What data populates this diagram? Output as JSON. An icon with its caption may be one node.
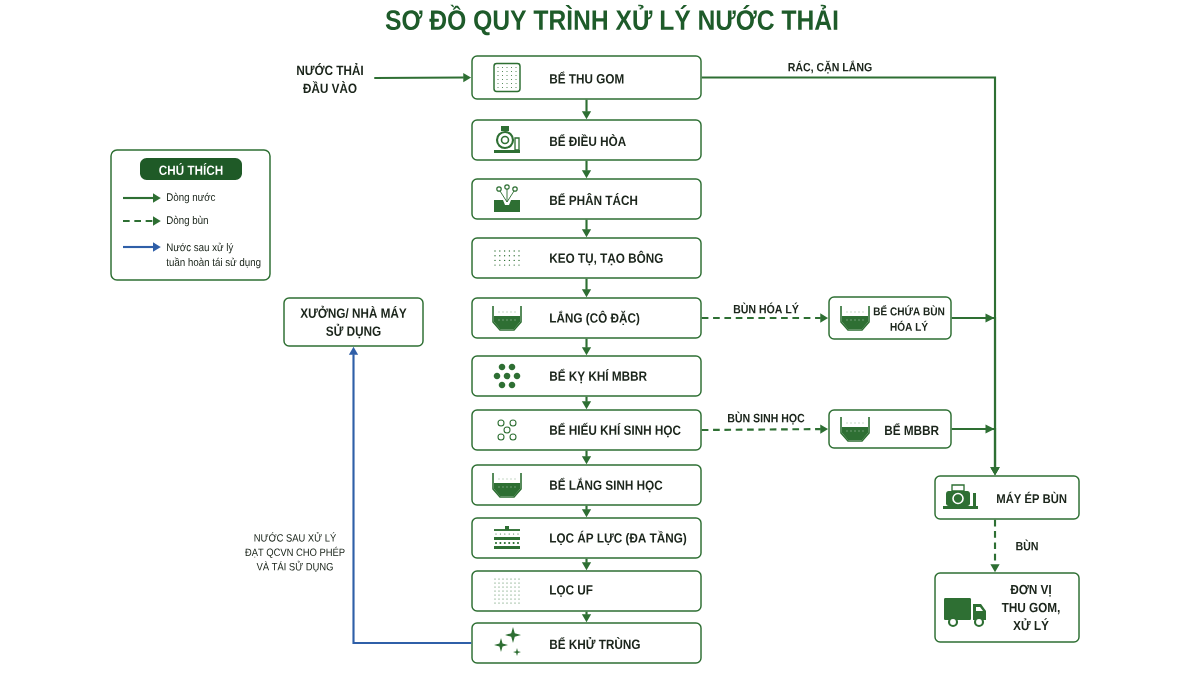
{
  "diagram": {
    "title": "SƠ ĐỒ QUY TRÌNH XỬ LÝ NƯỚC THẢI",
    "nodes": [
      {
        "text": [
          "NƯỚC THẢI ĐẦU VÀO"
        ]
      },
      {
        "text": [
          "BỂ THU GOM"
        ]
      },
      {
        "text": [
          "BỂ ĐIỀU HÒA"
        ]
      },
      {
        "text": [
          "BỂ PHÂN TÁCH"
        ]
      },
      {
        "text": [
          "KEO TỤ, TẠO BÔNG"
        ]
      },
      {
        "text": [
          "LẮNG (CÔ ĐẶC)"
        ]
      },
      {
        "text": [
          "BỂ KỴ KHÍ MBBR"
        ]
      },
      {
        "text": [
          "BỂ HIẾU KHÍ SINH HỌC"
        ]
      },
      {
        "text": [
          "BỂ LẮNG SINH HỌC"
        ]
      },
      {
        "text": [
          "LỌC ÁP LỰC (ĐA TẦNG)"
        ]
      },
      {
        "text": [
          "LỌC UF"
        ]
      },
      {
        "text": [
          "BỂ KHỬ TRÙNG"
        ]
      },
      {
        "text": [
          "XƯỞNG/ NHÀ MÁY SỬ DỤNG"
        ]
      },
      {
        "text": [
          "BỂ CHỨA BÙN HÓA LÝ"
        ]
      },
      {
        "text": [
          "BỂ MBBR"
        ]
      },
      {
        "text": [
          "MÁY ÉP BÙN"
        ]
      },
      {
        "text": [
          "ĐƠN VỊ THU GOM, XỬ LÝ"
        ]
      }
    ],
    "edges": [
      {
        "from": 0,
        "to": 1,
        "arrow": "to"
      },
      {
        "from": 1,
        "to": 2,
        "arrow": "to"
      },
      {
        "from": 2,
        "to": 3,
        "arrow": "to"
      },
      {
        "from": 3,
        "to": 4,
        "arrow": "to"
      },
      {
        "from": 4,
        "to": 5,
        "arrow": "to"
      },
      {
        "from": 5,
        "to": 6,
        "arrow": "to"
      },
      {
        "from": 6,
        "to": 7,
        "arrow": "to"
      },
      {
        "from": 7,
        "to": 8,
        "arrow": "to"
      },
      {
        "from": 8,
        "to": 9,
        "arrow": "to"
      },
      {
        "from": 9,
        "to": 10,
        "arrow": "to"
      },
      {
        "from": 10,
        "to": 11,
        "arrow": "to"
      },
      {
        "from": 5,
        "to": 13,
        "arrow": "to",
        "label": "BÙN HÓA LÝ",
        "style": "dashed"
      },
      {
        "from": 7,
        "to": 14,
        "arrow": "to",
        "label": "BÙN SINH HỌC",
        "style": "dashed"
      },
      {
        "from": 1,
        "to": 15,
        "arrow": "to",
        "label": "RÁC, CẶN LẮNG"
      },
      {
        "from": 13,
        "to": 15,
        "arrow": "to"
      },
      {
        "from": 14,
        "to": 15,
        "arrow": "to"
      },
      {
        "from": 15,
        "to": 16,
        "arrow": "to",
        "label": "BÙN",
        "style": "dashed"
      },
      {
        "from": 11,
        "to": 12,
        "arrow": "to",
        "label": "NƯỚC SAU XỬ LÝ ĐẠT QCVN CHO PHÉP VÀ TÁI SỬ DỤNG",
        "color": "#2f5fa8"
      }
    ],
    "labels": [
      "CHÚ THÍCH"
    ],
    "legend": [
      {
        "text": "Dòng nước"
      },
      {
        "text": "Dòng bùn"
      },
      {
        "text": "Nước sau xử lý tuần hoàn tái sử dụng"
      }
    ]
  }
}
